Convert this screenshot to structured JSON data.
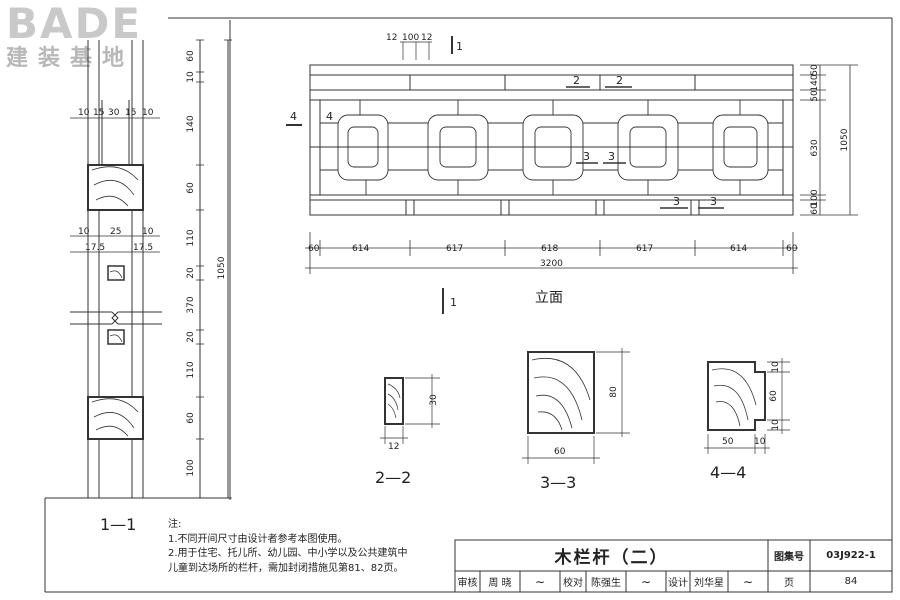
{
  "logo": {
    "brand": "BADE",
    "subtitle": "建装基地"
  },
  "section_labels": {
    "s11": "1—1",
    "s22": "2—2",
    "s33": "3—3",
    "s44": "4—4",
    "elevation": "立面"
  },
  "cut_marks": {
    "c1": "1",
    "c2": "2",
    "c3": "3",
    "c4": "4"
  },
  "dims_side_vertical": [
    "60",
    "10",
    "140",
    "60",
    "110",
    "20",
    "370",
    "20",
    "110",
    "60",
    "100"
  ],
  "dim_side_total": "1050",
  "dims_side_top": [
    "10",
    "15",
    "30",
    "15",
    "10"
  ],
  "dims_side_mid": [
    "10",
    "25",
    "10"
  ],
  "dims_side_mid2": [
    "17.5",
    "17.5"
  ],
  "dims_elev_top": [
    "12",
    "100",
    "12"
  ],
  "dims_elev_right": [
    "50",
    "140",
    "50",
    "630",
    "100",
    "60"
  ],
  "dim_elev_height": "1050",
  "dims_elev_bottom": [
    "60",
    "614",
    "617",
    "618",
    "617",
    "614",
    "60"
  ],
  "dim_elev_total": "3200",
  "dims_s22": {
    "h": "30",
    "w": "12"
  },
  "dims_s33": {
    "h": "80",
    "w": "60"
  },
  "dims_s44": {
    "h1": "10",
    "h2": "60",
    "h3": "10",
    "w1": "50",
    "w2": "10"
  },
  "notes": {
    "title": "注:",
    "line1": "1.不同开间尺寸由设计者参考本图使用。",
    "line2": "2.用于住宅、托儿所、幼儿园、中小学以及公共建筑中",
    "line3": "儿童到达场所的栏杆，需加封闭措施见第81、82页。"
  },
  "title_block": {
    "title": "木栏杆（二）",
    "atlas_label": "图集号",
    "atlas_no": "03J922-1",
    "review_label": "审核",
    "review_name": "周 晓",
    "check_label": "校对",
    "check_name": "陈强生",
    "design_label": "设计",
    "design_name": "刘华星",
    "page_label": "页",
    "page_no": "84"
  }
}
